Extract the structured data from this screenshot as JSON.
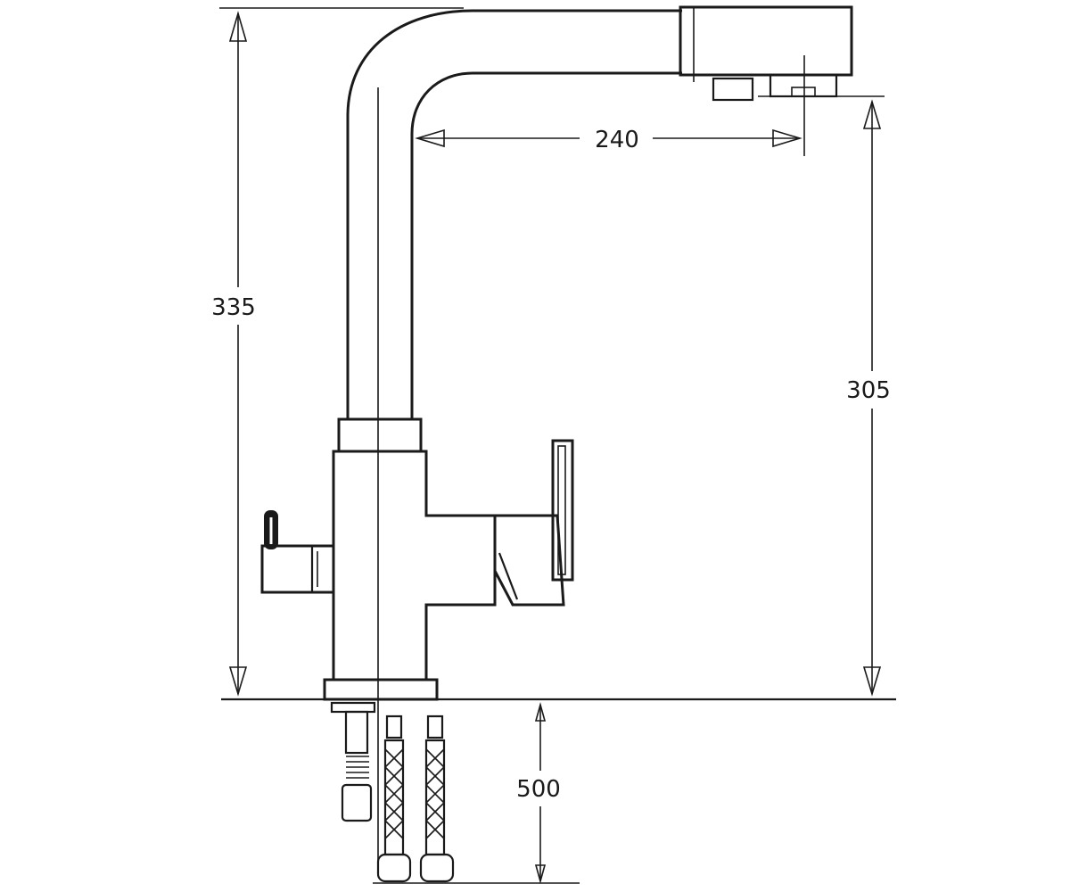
{
  "dimensions": {
    "total_height": "335",
    "spout_reach": "240",
    "spout_clearance": "305",
    "hose_length": "500"
  }
}
